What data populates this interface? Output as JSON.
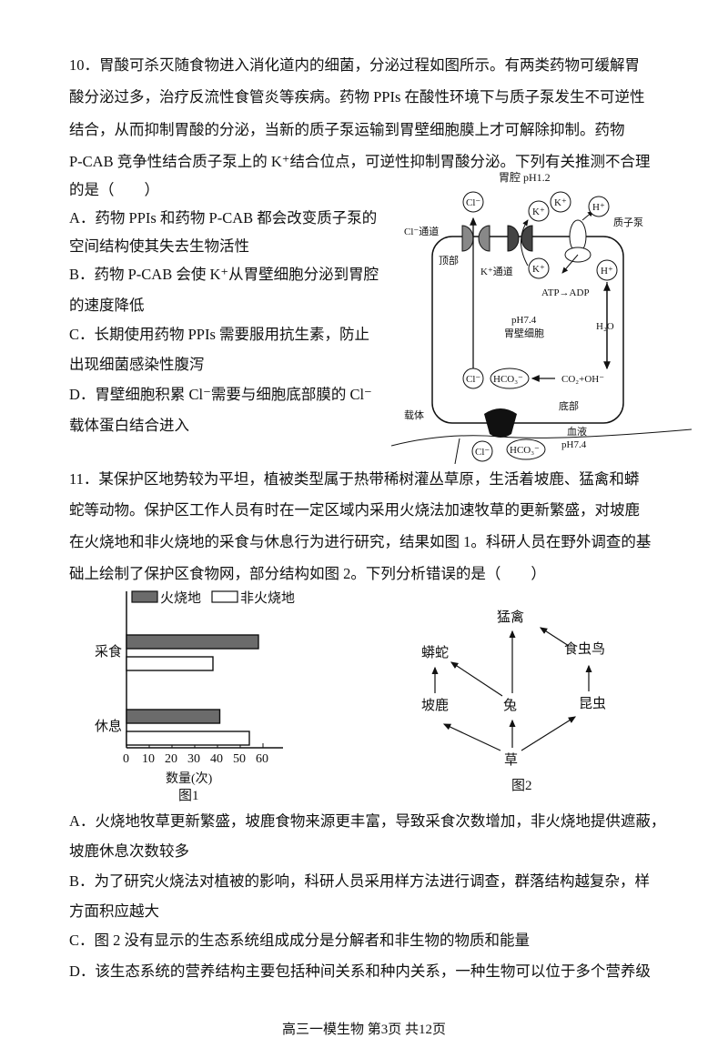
{
  "q10": {
    "lines": [
      "10．胃酸可杀灭随食物进入消化道内的细菌，分泌过程如图所示。有两类药物可缓解胃",
      "酸分泌过多，治疗反流性食管炎等疾病。药物 PPIs 在酸性环境下与质子泵发生不可逆性",
      "结合，从而抑制胃酸的分泌，当新的质子泵运输到胃壁细胞膜上才可解除抑制。药物",
      "P-CAB 竞争性结合质子泵上的 K⁺结合位点，可逆性抑制胃酸分泌。下列有关推测不合理",
      "的是（　　）"
    ],
    "options": [
      "A．药物 PPIs 和药物 P-CAB 都会改变质子泵的",
      "空间结构使其失去生物活性",
      "B．药物 P-CAB 会使 K⁺从胃壁细胞分泌到胃腔",
      "的速度降低",
      "C．长期使用药物 PPIs 需要服用抗生素，防止",
      "出现细菌感染性腹泻",
      "D．胃壁细胞积累 Cl⁻需要与细胞底部膜的 Cl⁻",
      "载体蛋白结合进入"
    ],
    "diagram": {
      "stomach": "胃腔 pH1.2",
      "cl": "Cl⁻",
      "k": "K⁺",
      "h": "H⁺",
      "cl_channel": "Cl⁻通道",
      "k_channel": "K⁺通道",
      "top": "顶部",
      "pump": "质子泵",
      "atp": "ATP→ADP",
      "ph_cell": "pH7.4",
      "cell": "胃壁细胞",
      "h2o": "H₂O",
      "hco3": "HCO₃⁻",
      "co2": "CO₂+OH⁻",
      "bottom": "底部",
      "carrier": "载体",
      "blood": "血液",
      "ph_blood": "pH7.4"
    }
  },
  "q11": {
    "lines": [
      "11．某保护区地势较为平坦，植被类型属于热带稀树灌丛草原，生活着坡鹿、猛禽和蟒",
      "蛇等动物。保护区工作人员有时在一定区域内采用火烧法加速牧草的更新繁盛，对坡鹿",
      "在火烧地和非火烧地的采食与休息行为进行研究，结果如图 1。科研人员在野外调查的基",
      "础上绘制了保护区食物网，部分结构如图 2。下列分析错误的是（　　）"
    ],
    "options": [
      "A．火烧地牧草更新繁盛，坡鹿食物来源更丰富，导致采食次数增加，非火烧地提供遮蔽，",
      "坡鹿休息次数较多",
      "B．为了研究火烧法对植被的影响，科研人员采用样方法进行调查，群落结构越复杂，样",
      "方面积应越大",
      "C．图 2 没有显示的生态系统组成成分是分解者和非生物的物质和能量",
      "D．该生态系统的营养结构主要包括种间关系和种内关系，一种生物可以位于多个营养级"
    ],
    "fig1_caption": "图1",
    "fig2_caption": "图2",
    "foodweb": {
      "nodes": [
        "猛禽",
        "蟒蛇",
        "食虫鸟",
        "坡鹿",
        "兔",
        "昆虫",
        "草"
      ]
    }
  },
  "chart_data": {
    "type": "bar",
    "orientation": "horizontal",
    "categories": [
      "采食",
      "休息"
    ],
    "series": [
      {
        "name": "火烧地",
        "values": [
          58,
          41
        ],
        "color": "#6b6b6b"
      },
      {
        "name": "非火烧地",
        "values": [
          38,
          54
        ],
        "color": "#ffffff"
      }
    ],
    "xlabel": "数量(次)",
    "xticks": [
      "0",
      "10",
      "20",
      "30",
      "40",
      "50",
      "60"
    ],
    "xlim": [
      0,
      66
    ],
    "legend": "top"
  },
  "footer": "高三一模生物  第3页  共12页"
}
